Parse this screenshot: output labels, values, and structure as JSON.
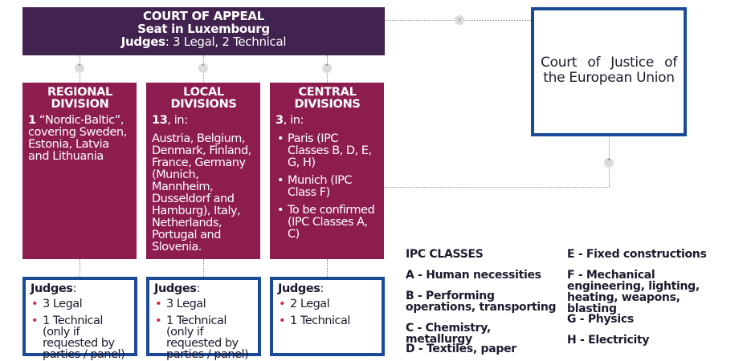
{
  "court_of_appeal": {
    "title": "COURT OF APPEAL",
    "seat": "Seat in Luxembourg",
    "judges_label": "Judges",
    "judges_value": ": 3 Legal, 2 Technical"
  },
  "cjeu": {
    "line1": "Court of Justice of",
    "line2": "the European Union"
  },
  "divisions": [
    {
      "title1": "REGIONAL",
      "title2": "DIVISION",
      "count": "1",
      "count_rest": " “Nordic-Baltic”, covering Sweden, Estonia, Latvia and Lithuania",
      "judges": {
        "label": "Judges",
        "label_suffix": ":",
        "items": [
          "3 Legal",
          "1 Technical (only if requested by parties / panel)"
        ]
      }
    },
    {
      "title1": "LOCAL",
      "title2": "DIVISIONS",
      "count": "13",
      "count_rest": ", in:",
      "body": "Austria, Belgium, Denmark, Finland, France, Germany (Munich, Mannheim, Dusseldorf and Hamburg), Italy, Netherlands, Portugal and Slovenia.",
      "judges": {
        "label": "Judges",
        "label_suffix": ":",
        "items": [
          "3 Legal",
          "1 Technical (only if requested by parties / panel)"
        ]
      }
    },
    {
      "title1": "CENTRAL",
      "title2": "DIVISIONS",
      "count": "3",
      "count_rest": ", in:",
      "items": [
        "Paris (IPC Classes B, D, E, G, H)",
        "Munich (IPC Class F)",
        "To be confirmed (IPC Classes A, C)"
      ],
      "judges": {
        "label": "Judges",
        "label_suffix": ":",
        "items": [
          "2 Legal",
          "1 Technical"
        ]
      }
    }
  ],
  "ipc": {
    "heading": "IPC CLASSES",
    "classes": [
      "A - Human necessities",
      "B - Performing operations, transporting",
      "C - Chemistry, metallurgy",
      "D - Textiles, paper",
      "E - Fixed constructions",
      "F - Mechanical engineering, lighting, heating, weapons, blasting",
      "G - Physics",
      "H - Electricity"
    ]
  },
  "icons": {
    "bullet": "•",
    "chevron_up": "˄",
    "chevron_right": "›"
  },
  "colors": {
    "court_of_appeal_bg": "#42224e",
    "division_bg": "#8e1d4f",
    "box_border_blue": "#1a4a96",
    "bullet_red": "#d2263a"
  }
}
